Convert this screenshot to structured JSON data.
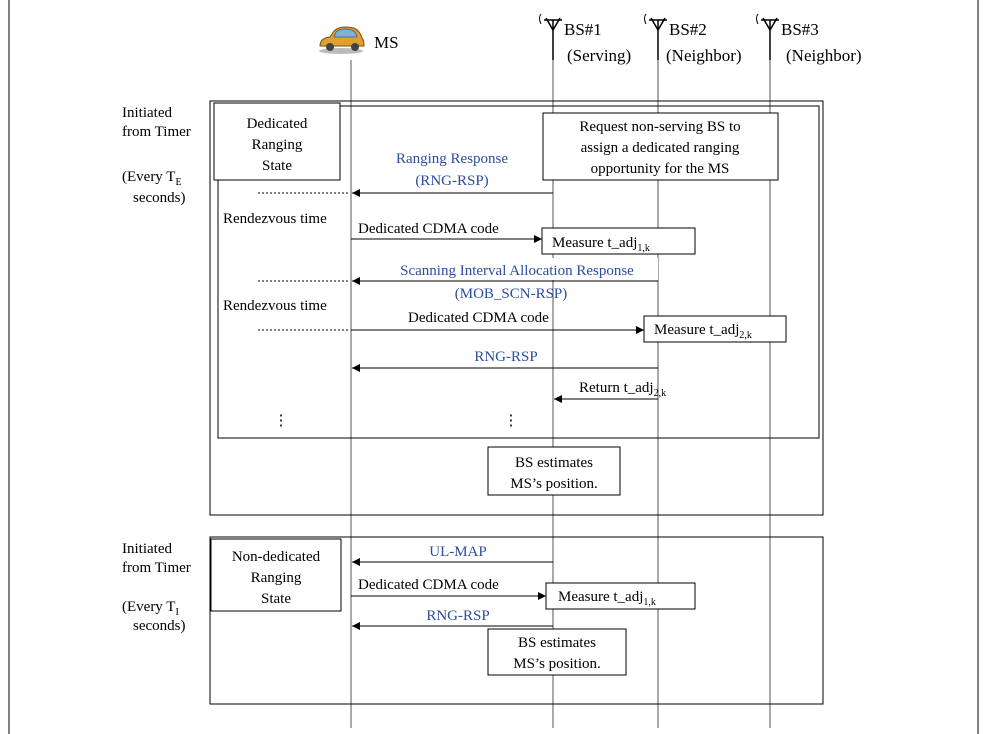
{
  "entities": {
    "ms": "MS",
    "bs1": [
      "BS#1",
      "(Serving)"
    ],
    "bs2": [
      "BS#2",
      "(Neighbor)"
    ],
    "bs3": [
      "BS#3",
      "(Neighbor)"
    ]
  },
  "section1": {
    "initiated": [
      "Initiated",
      "from Timer"
    ],
    "every_prefix": "(Every T",
    "every_sub": "E",
    "every_suffix": "seconds)",
    "state": [
      "Dedicated",
      "Ranging",
      "State"
    ],
    "request_note": [
      "Request non-serving BS to",
      "assign a dedicated ranging",
      "opportunity for the MS"
    ],
    "msg_ranging_response": [
      "Ranging Response",
      "(RNG-RSP)"
    ],
    "rendezvous1": "Rendezvous time",
    "msg_cdma1": "Dedicated CDMA code",
    "measure1": "Measure t_adj",
    "measure1_sub": "1,k",
    "msg_scan": [
      "Scanning Interval Allocation Response",
      "(MOB_SCN-RSP)"
    ],
    "rendezvous2": "Rendezvous time",
    "msg_cdma2": "Dedicated CDMA code",
    "measure2": "Measure t_adj",
    "measure2_sub": "2,k",
    "msg_rng_rsp": "RNG-RSP",
    "return": "Return t_adj",
    "return_sub": "2,k",
    "ellipsis": "⋮",
    "estimate": [
      "BS estimates",
      "MS’s position."
    ]
  },
  "section2": {
    "initiated": [
      "Initiated",
      "from Timer"
    ],
    "every_prefix": "(Every T",
    "every_sub": "I",
    "every_suffix": "seconds)",
    "state": [
      "Non-dedicated",
      "Ranging",
      "State"
    ],
    "msg_ulmap": "UL-MAP",
    "msg_cdma": "Dedicated CDMA code",
    "measure": "Measure t_adj",
    "measure_sub": "1,k",
    "msg_rng_rsp": "RNG-RSP",
    "estimate": [
      "BS estimates",
      "MS’s position."
    ]
  },
  "colors": {
    "message_blue": "#2b4da0",
    "car_body": "#e0a030",
    "car_window": "#7fb0d8"
  },
  "icons": {
    "ms": "car-icon",
    "bs": "antenna-icon"
  }
}
